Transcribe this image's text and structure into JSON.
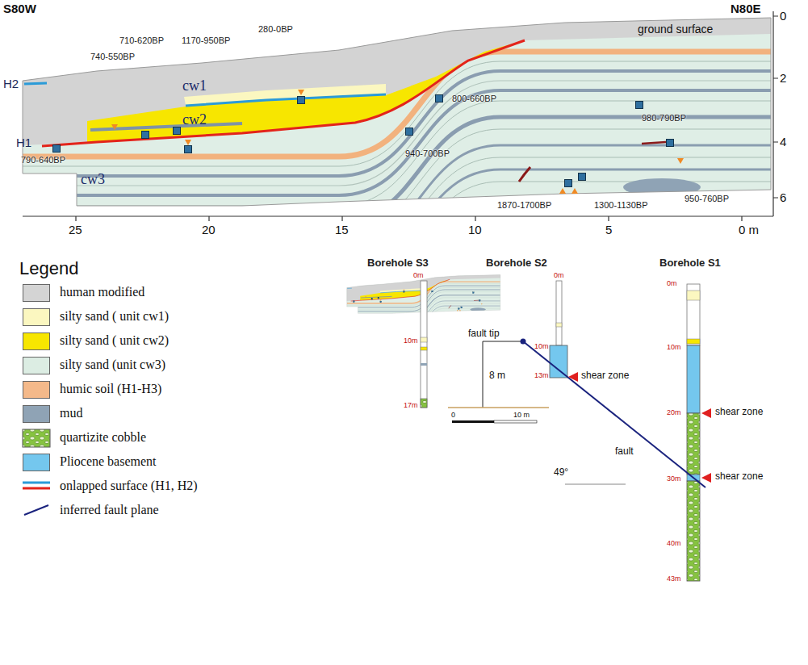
{
  "diagram": {
    "labels": [
      "S80W",
      "N80E",
      "ground surface",
      "0",
      "2",
      "4",
      "6",
      "25",
      "20",
      "15",
      "10",
      "5",
      "0 m",
      "710-620BP",
      "1170-950BP",
      "280-0BP",
      "740-550BP",
      "800-660BP",
      "980-790BP",
      "790-640BP",
      "940-700BP",
      "1870-1700BP",
      "1300-1130BP",
      "950-760BP",
      "H2",
      "H1",
      "cw1",
      "cw2",
      "cw3",
      "Legend",
      "Borehole S3",
      "Borehole S2",
      "Borehole S1",
      "0m",
      "10m",
      "17m",
      "0m",
      "10m",
      "13m",
      "0m",
      "10m",
      "20m",
      "30m",
      "40m",
      "43m",
      "fault tip",
      "8 m",
      "shear zone",
      "0",
      "10 m",
      "49°",
      "fault",
      "shear zone",
      "shear zone"
    ],
    "legend": [
      {
        "text": "human modified",
        "color": "#d4d4d4"
      },
      {
        "text": "silty sand ( unit cw1)",
        "color": "#fbf7c0"
      },
      {
        "text": "silty sand ( unit cw2)",
        "color": "#f7e600"
      },
      {
        "text": "silty sand (unit cw3)",
        "color": "#dcede3"
      },
      {
        "text": "humic soil (H1-H3)",
        "color": "#f4b98a"
      },
      {
        "text": "mud",
        "color": "#8fa3b5"
      },
      {
        "text": "quartizite cobble"
      },
      {
        "text": "Pliocene basement",
        "color": "#74c7ee"
      },
      {
        "text": "onlapped surface (H1, H2)"
      },
      {
        "text": "inferred fault plane"
      }
    ]
  }
}
